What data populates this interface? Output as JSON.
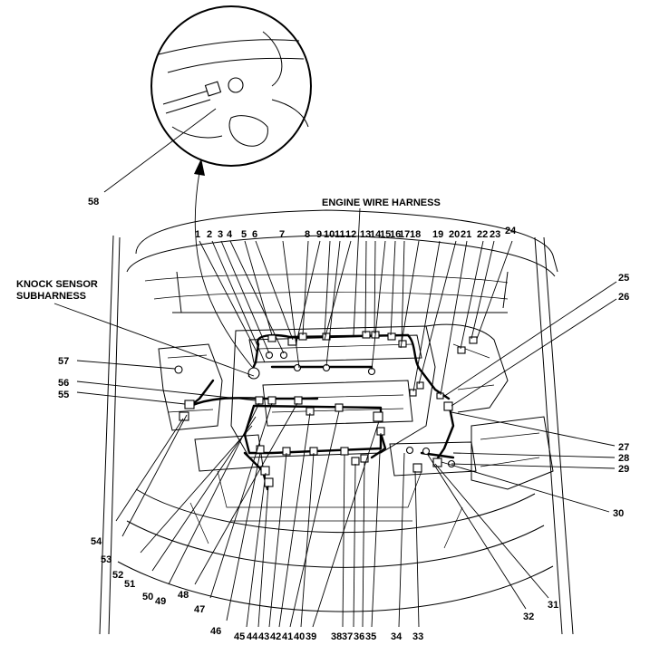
{
  "titles": {
    "engine_wire_harness": "ENGINE WIRE HARNESS",
    "knock_sensor_line1": "KNOCK SENSOR",
    "knock_sensor_line2": "SUBHARNESS"
  },
  "labels": [
    "1",
    "2",
    "3",
    "4",
    "5",
    "6",
    "7",
    "8",
    "9",
    "10",
    "11",
    "12",
    "13",
    "14",
    "15",
    "16",
    "17",
    "18",
    "19",
    "20",
    "21",
    "22",
    "23",
    "24",
    "25",
    "26",
    "27",
    "28",
    "29",
    "30",
    "31",
    "32",
    "33",
    "34",
    "35",
    "36",
    "37",
    "38",
    "39",
    "40",
    "41",
    "42",
    "43",
    "44",
    "45",
    "46",
    "47",
    "48",
    "49",
    "50",
    "51",
    "52",
    "53",
    "54",
    "55",
    "56",
    "57",
    "58"
  ]
}
